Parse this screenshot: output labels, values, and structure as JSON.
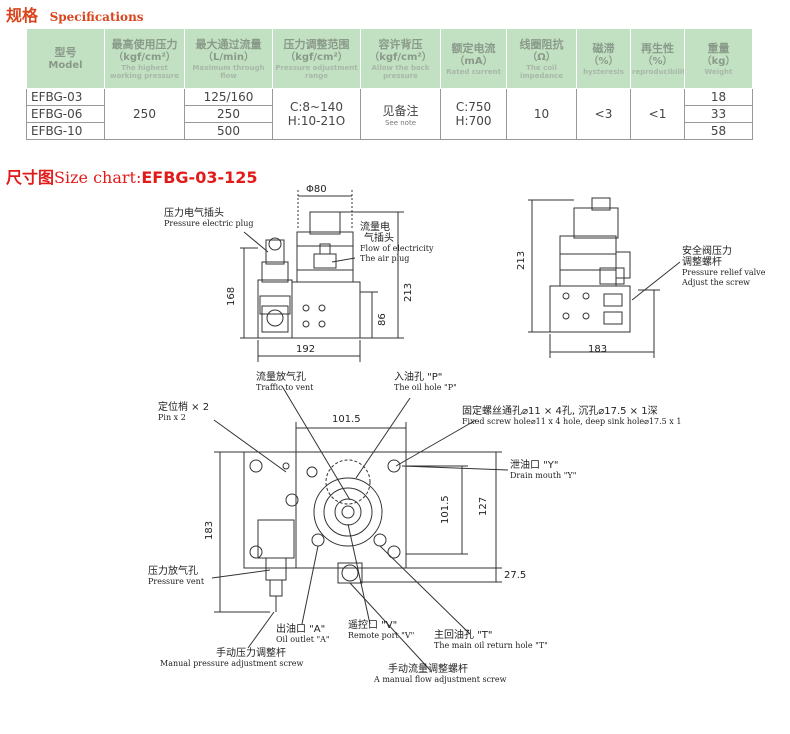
{
  "specs": {
    "title_cn": "规格",
    "title_en": "Specifications",
    "headers": [
      {
        "cn": "型号",
        "unit": "Model",
        "en": ""
      },
      {
        "cn": "最高使用压力",
        "unit": "（kgf/cm²）",
        "en": "The highest working pressure"
      },
      {
        "cn": "最大通过流量",
        "unit": "（L/min）",
        "en": "Maximum through flow"
      },
      {
        "cn": "压力调整范围",
        "unit": "（kgf/cm²）",
        "en": "Pressure adjustment range"
      },
      {
        "cn": "容许背压",
        "unit": "（kgf/cm²）",
        "en": "Allow the back pressure"
      },
      {
        "cn": "额定电流",
        "unit": "（mA）",
        "en": "Rated current"
      },
      {
        "cn": "线圈阻抗",
        "unit": "（Ω）",
        "en": "The coil impedance"
      },
      {
        "cn": "磁滞",
        "unit": "（%）",
        "en": "hysteresis"
      },
      {
        "cn": "再生性",
        "unit": "（%）",
        "en": "reproducibility"
      },
      {
        "cn": "重量",
        "unit": "（kg）",
        "en": "Weight"
      }
    ],
    "rows": [
      {
        "model": "EFBG-03",
        "flow": "125/160",
        "weight": "18"
      },
      {
        "model": "EFBG-06",
        "flow": "250",
        "weight": "33"
      },
      {
        "model": "EFBG-10",
        "flow": "500",
        "weight": "58"
      }
    ],
    "shared": {
      "pressure": "250",
      "range_c": "C:8~140",
      "range_h": "H:10-21O",
      "backpressure_cn": "见备注",
      "backpressure_en": "See note",
      "current_c": "C:750",
      "current_h": "H:700",
      "impedance": "10",
      "hysteresis": "<3",
      "repro": "<1"
    }
  },
  "size_chart": {
    "title_cn": "尺寸图",
    "title_en": "Size chart:",
    "model": "EFBG-03-125"
  },
  "dimensions": {
    "phi80": "Φ80",
    "d168": "168",
    "d213a": "213",
    "d86": "86",
    "d192": "192",
    "d213b": "213",
    "d183a": "183",
    "d101_5a": "101.5",
    "d183b": "183",
    "d101_5b": "101.5",
    "d127": "127",
    "d27_5": "27.5"
  },
  "labels": {
    "pressure_plug": {
      "cn": "压力电气插头",
      "en": "Pressure electric plug"
    },
    "flow_plug": {
      "cn1": "流量电",
      "cn2": "气插头",
      "en1": "Flow of electricity",
      "en2": "The air plug"
    },
    "relief_screw": {
      "cn1": "安全阀压力",
      "cn2": "调整螺杆",
      "en1": "Pressure relief valve",
      "en2": "Adjust the screw"
    },
    "traffic_vent": {
      "cn": "流量放气孔",
      "en": "Traffic to vent"
    },
    "oil_hole_p": {
      "cn": "入油孔 \"P\"",
      "en": "The oil hole \"P\""
    },
    "pin": {
      "cn": "定位梢 × 2",
      "en": "Pin x 2"
    },
    "fixed_screw": {
      "cn": "固定螺丝通孔⌀11 × 4孔, 沉孔⌀17.5 × 1深",
      "en": "Fixed screw hole⌀11 x 4 hole, deep sink hole⌀17.5 x 1"
    },
    "drain": {
      "cn": "泄油口 \"Y\"",
      "en": "Drain mouth \"Y\""
    },
    "pressure_vent": {
      "cn": "压力放气孔",
      "en": "Pressure vent"
    },
    "oil_outlet": {
      "cn": "出油口 \"A\"",
      "en": "Oil outlet \"A\""
    },
    "remote_port": {
      "cn": "遥控口 \"V\"",
      "en": "Remote port \"V\""
    },
    "return_hole": {
      "cn": "主回油孔 \"T\"",
      "en": "The main oil return hole \"T\""
    },
    "manual_pressure": {
      "cn": "手动压力调整杆",
      "en": "Manual pressure adjustment screw"
    },
    "manual_flow": {
      "cn": "手动流量调整螺杆",
      "en": "A manual flow adjustment screw"
    }
  }
}
